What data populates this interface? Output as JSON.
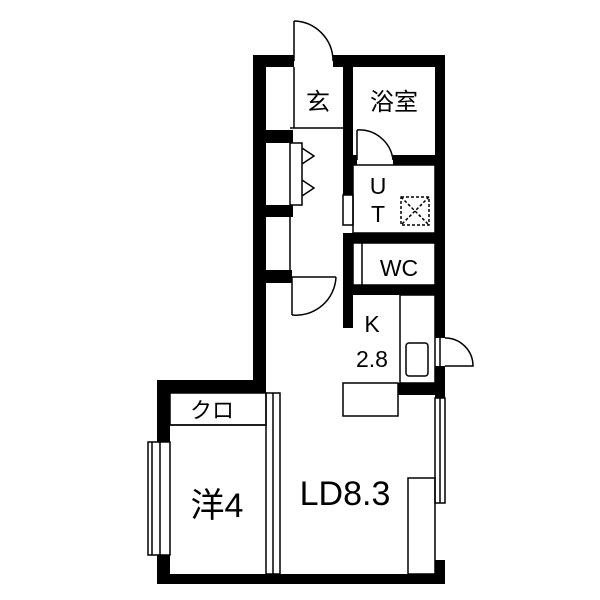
{
  "floor_plan": {
    "rooms": {
      "entrance": "玄",
      "bathroom": "浴室",
      "utility_u": "U",
      "utility_t": "T",
      "toilet": "WC",
      "kitchen_name": "K",
      "kitchen_size": "2.8",
      "living_dining": "LD8.3",
      "western_room": "洋4",
      "closet": "クロ"
    },
    "colors": {
      "wall": "#000000",
      "background": "#ffffff",
      "line": "#000000"
    }
  }
}
